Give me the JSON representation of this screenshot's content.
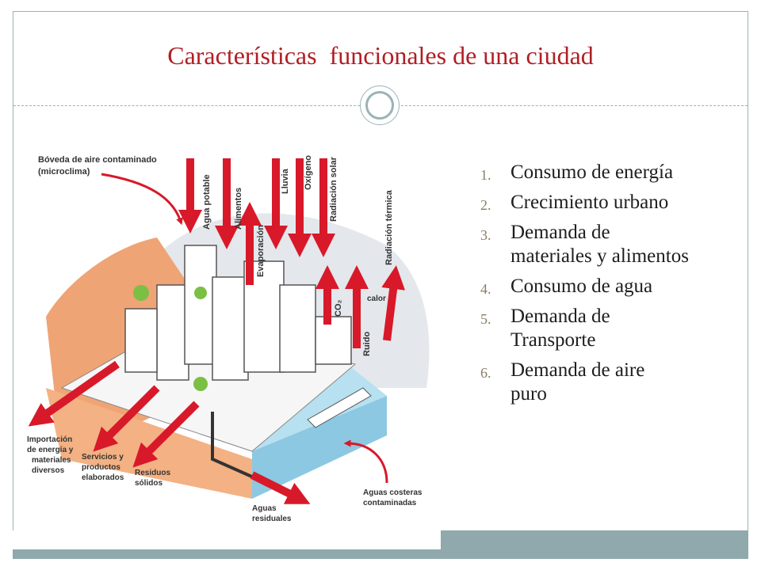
{
  "slide": {
    "title": "Características  funcionales de una ciudad",
    "items": [
      {
        "number": "1.",
        "text": "Consumo de energía"
      },
      {
        "number": "2.",
        "text": "Crecimiento urbano"
      },
      {
        "number": "3.",
        "text": "Demanda de\nmateriales y alimentos"
      },
      {
        "number": "4.",
        "text": "Consumo de agua"
      },
      {
        "number": "5.",
        "text": "Demanda de\nTransporte"
      },
      {
        "number": "6.",
        "text": "Demanda de aire\npuro"
      }
    ]
  },
  "diagram": {
    "dome_label_1": "Bóveda de aire contaminado",
    "dome_label_2": "(microclima)",
    "agua_potable": "Agua potable",
    "alimentos": "Alimentos",
    "evaporacion": "Evaporación",
    "lluvia": "Lluvia",
    "oxigeno": "Oxígeno",
    "radiacion_solar": "Radiación solar",
    "radiacion_termica": "Radiación térmica",
    "co2": "CO₂",
    "calor": "calor",
    "ruido": "Ruido",
    "importacion_1": "Importación",
    "importacion_2": "de energía y",
    "importacion_3": "materiales",
    "importacion_4": "diversos",
    "servicios_1": "Servicios y",
    "servicios_2": "productos",
    "servicios_3": "elaborados",
    "residuos_1": "Residuos",
    "residuos_2": "sólidos",
    "aguas_residuales_1": "Aguas",
    "aguas_residuales_2": "residuales",
    "aguas_costeras_1": "Aguas costeras",
    "aguas_costeras_2": "contaminadas",
    "colors": {
      "arrow": "#d8192a",
      "sea": "#9fd0e6",
      "earth": "#f2a978",
      "dome": "#dfe3e8"
    }
  }
}
